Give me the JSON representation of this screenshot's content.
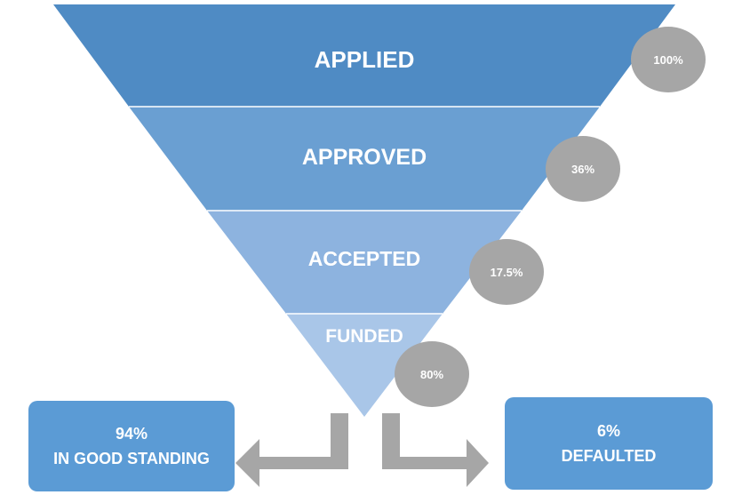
{
  "funnel": {
    "stages": [
      {
        "label": "APPLIED",
        "percent": "100%",
        "color": "#4f8bc4"
      },
      {
        "label": "APPROVED",
        "percent": "36%",
        "color": "#6a9fd2"
      },
      {
        "label": "ACCEPTED",
        "percent": "17.5%",
        "color": "#8db3df"
      },
      {
        "label": "FUNDED",
        "percent": "80%",
        "color": "#a9c6e8"
      }
    ],
    "bubble_color": "#a6a6a6",
    "arrow_color": "#a6a6a6"
  },
  "outcomes": {
    "good": {
      "value": "94%",
      "label": "IN GOOD STANDING"
    },
    "defaulted": {
      "value": "6%",
      "label": "DEFAULTED"
    },
    "box_color": "#5b9bd5"
  }
}
